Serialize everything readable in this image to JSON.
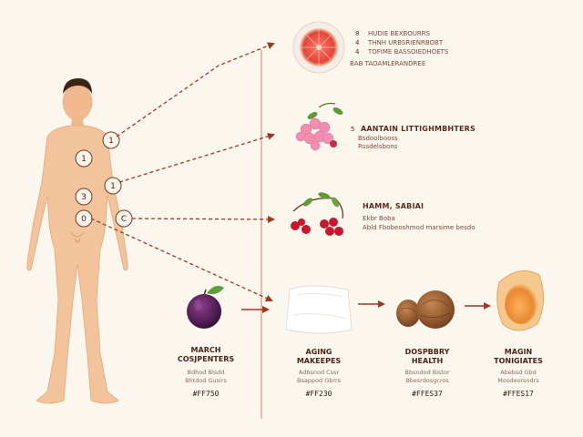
{
  "body_markers": [
    "1",
    "1",
    "3",
    "1",
    "0",
    "C"
  ],
  "panel_1": {
    "lines": [
      {
        "mark": "8",
        "text": "HUDIE BEXBOURRS"
      },
      {
        "mark": "4",
        "text": "THNH URBSRIENRBOBT"
      },
      {
        "mark": "4",
        "text": "TOFIME BASSOIEDHOETS"
      },
      {
        "mark": "",
        "text": "BAB TAOAMLERANDREE"
      }
    ]
  },
  "panel_2": {
    "header_mark": "5",
    "header": "AANTAIN LITTIGHMBHTERS",
    "lines": [
      "Bsdoolbooss",
      "Rssdelsbons"
    ]
  },
  "panel_3": {
    "header": "HAMM, SABIAI",
    "lines": [
      "Ekbr Boba",
      "Abld Fbobeoshmod marsime besdo"
    ]
  },
  "bottom_items": [
    {
      "title": "MARCH\nCOSJPENTERS",
      "sub": "Bdhod Blsdd\nBhtdod Gusirs",
      "code": "#FF750"
    },
    {
      "title": "AGING\nMAKEEPES",
      "sub": "Adbsnod Cssr\nBsappod Gbrrs",
      "code": "#FF230"
    },
    {
      "title": "DOSPBBRY\nHEALTH",
      "sub": "Bbsndod Bistor\nBbesrdosgcros",
      "code": "#FFES37"
    },
    {
      "title": "MAGIN\nTONIGIATES",
      "sub": "Abebsd Gbd\nMosdeorsndrs",
      "code": "#FFES17"
    }
  ],
  "colors": {
    "background": "#fbf7ef",
    "skin": "#f3c49c",
    "arrow": "#a0371e",
    "text": "#5a2a1f"
  },
  "icons": [
    "grapefruit-icon",
    "raspberry-icon",
    "red-currant-icon",
    "plum-icon",
    "cloth-icon",
    "walnut-icon",
    "apricot-icon"
  ]
}
